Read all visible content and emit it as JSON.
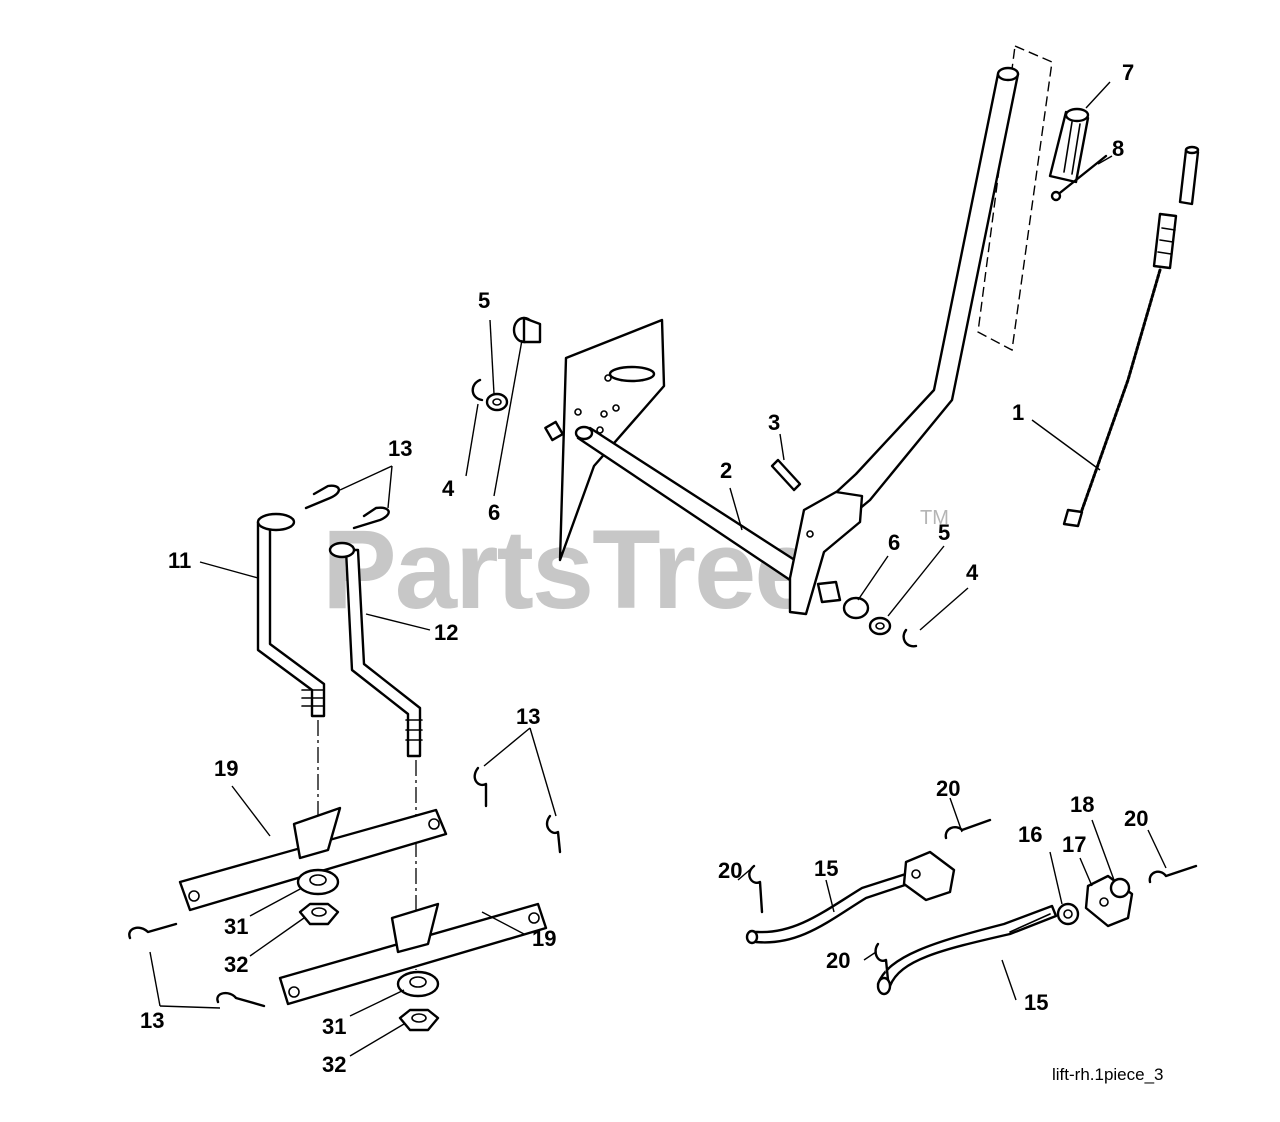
{
  "watermark": {
    "text": "PartsTree",
    "trademark": "TM"
  },
  "drawing_ref": "lift-rh.1piece_3",
  "callouts": {
    "c1": "1",
    "c2": "2",
    "c3": "3",
    "c4a": "4",
    "c4b": "4",
    "c5a": "5",
    "c5b": "5",
    "c6a": "6",
    "c6b": "6",
    "c7": "7",
    "c8": "8",
    "c11": "11",
    "c12": "12",
    "c13a": "13",
    "c13b": "13",
    "c13c": "13",
    "c15a": "15",
    "c15b": "15",
    "c16": "16",
    "c17": "17",
    "c18": "18",
    "c19a": "19",
    "c19b": "19",
    "c20a": "20",
    "c20b": "20",
    "c20c": "20",
    "c20d": "20",
    "c31a": "31",
    "c31b": "31",
    "c32a": "32",
    "c32b": "32"
  },
  "colors": {
    "line": "#000000",
    "watermark": "#b5b5b5",
    "background": "#ffffff"
  }
}
